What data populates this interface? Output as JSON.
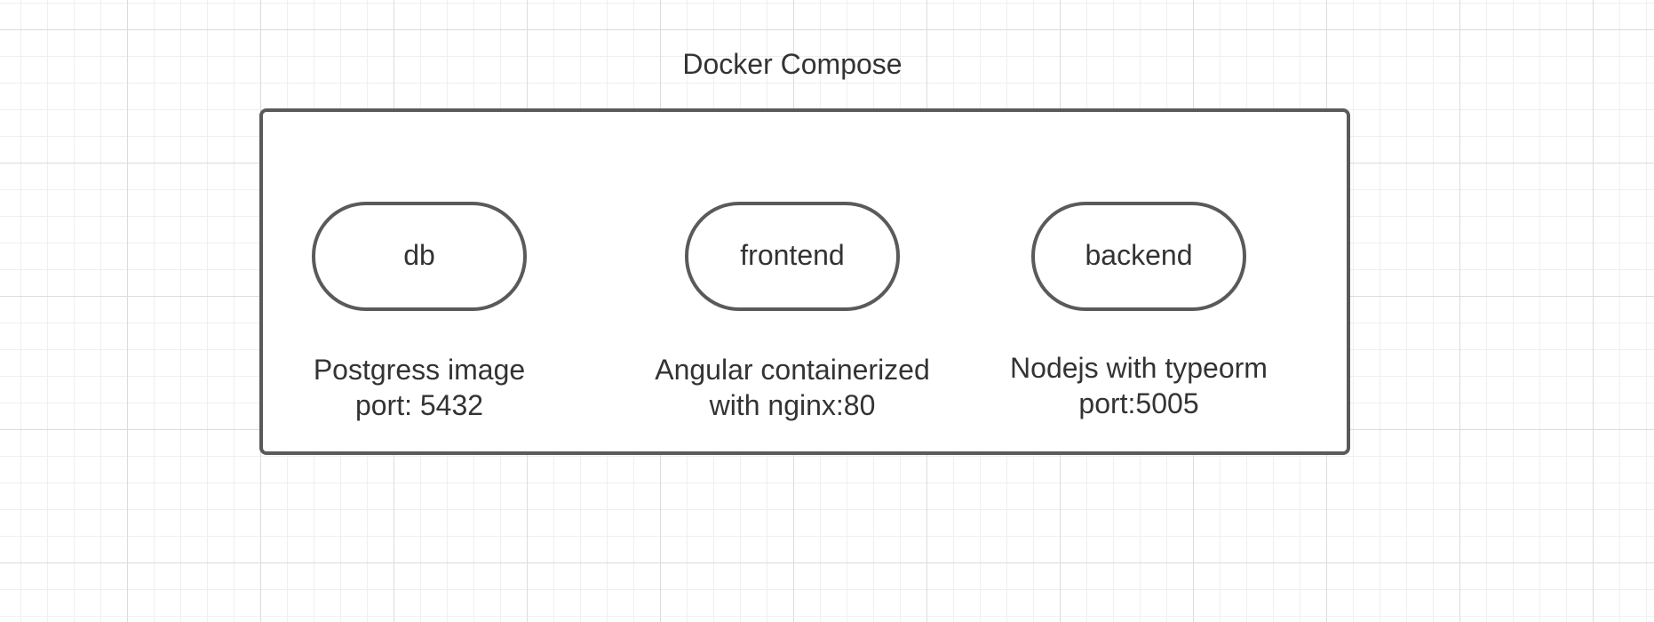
{
  "diagram": {
    "title": "Docker Compose",
    "services": {
      "db": {
        "label": "db",
        "desc_line1": "Postgress image",
        "desc_line2": "port: 5432"
      },
      "frontend": {
        "label": "frontend",
        "desc_line1": "Angular containerized",
        "desc_line2": "with nginx:80"
      },
      "backend": {
        "label": "backend",
        "desc_line1": "Nodejs with typeorm",
        "desc_line2": "port:5005"
      }
    }
  }
}
